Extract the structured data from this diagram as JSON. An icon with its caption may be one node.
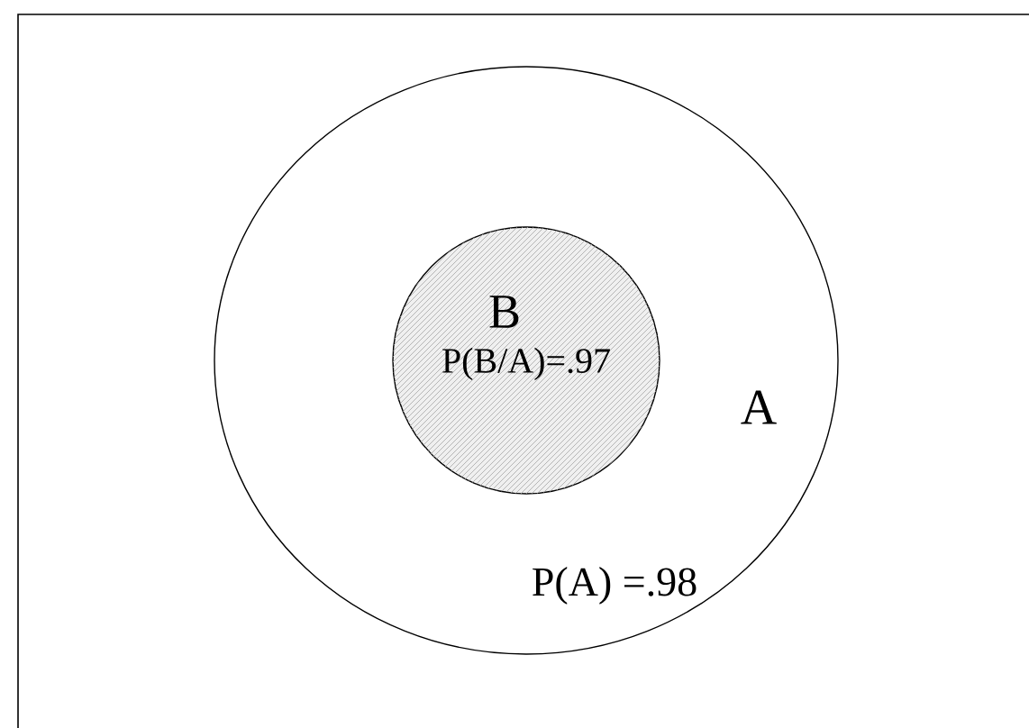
{
  "diagram": {
    "nodes": [
      {
        "text": [
          "A",
          "P(A) =.98"
        ]
      },
      {
        "text": [
          "B",
          "P(B/A)=.97"
        ],
        "in": 0
      }
    ]
  }
}
